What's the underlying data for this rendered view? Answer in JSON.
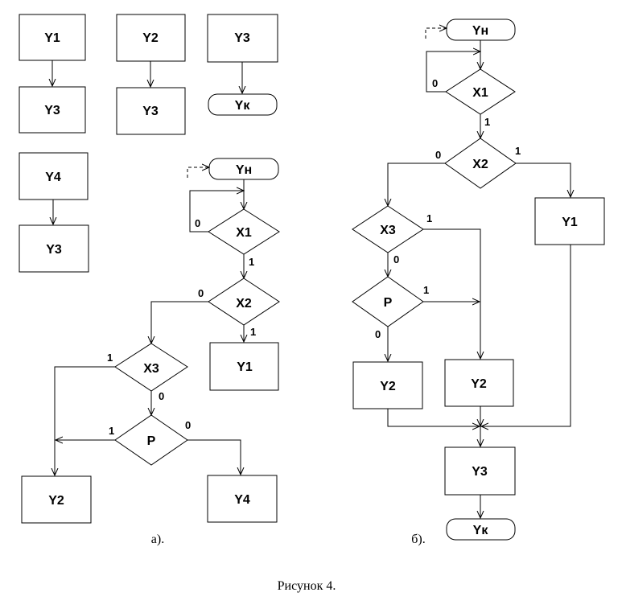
{
  "figure_caption": "Рисунок 4.",
  "part_a": {
    "caption": "а).",
    "fragments": [
      {
        "top": "Y1",
        "bottom": "Y3"
      },
      {
        "top": "Y2",
        "bottom": "Y3"
      },
      {
        "top": "Y3",
        "bottom": "Yк"
      },
      {
        "top": "Y4",
        "bottom": "Y3"
      }
    ],
    "start": "Yн",
    "x1": "X1",
    "x2": "X2",
    "x3": "X3",
    "p": "P",
    "y1": "Y1",
    "y2": "Y2",
    "y4": "Y4",
    "l_x1_0": "0",
    "l_x1_1": "1",
    "l_x2_0": "0",
    "l_x2_1": "1",
    "l_x3_1": "1",
    "l_x3_0": "0",
    "l_p_1": "1",
    "l_p_0": "0"
  },
  "part_b": {
    "caption": "б).",
    "start": "Yн",
    "x1": "X1",
    "x2": "X2",
    "x3": "X3",
    "p": "P",
    "y1": "Y1",
    "y2a": "Y2",
    "y2b": "Y2",
    "y3": "Y3",
    "end": "Yк",
    "l_x1_0": "0",
    "l_x1_1": "1",
    "l_x2_0": "0",
    "l_x2_1": "1",
    "l_x3_1": "1",
    "l_x3_0": "0",
    "l_p_1": "1",
    "l_p_0": "0"
  }
}
